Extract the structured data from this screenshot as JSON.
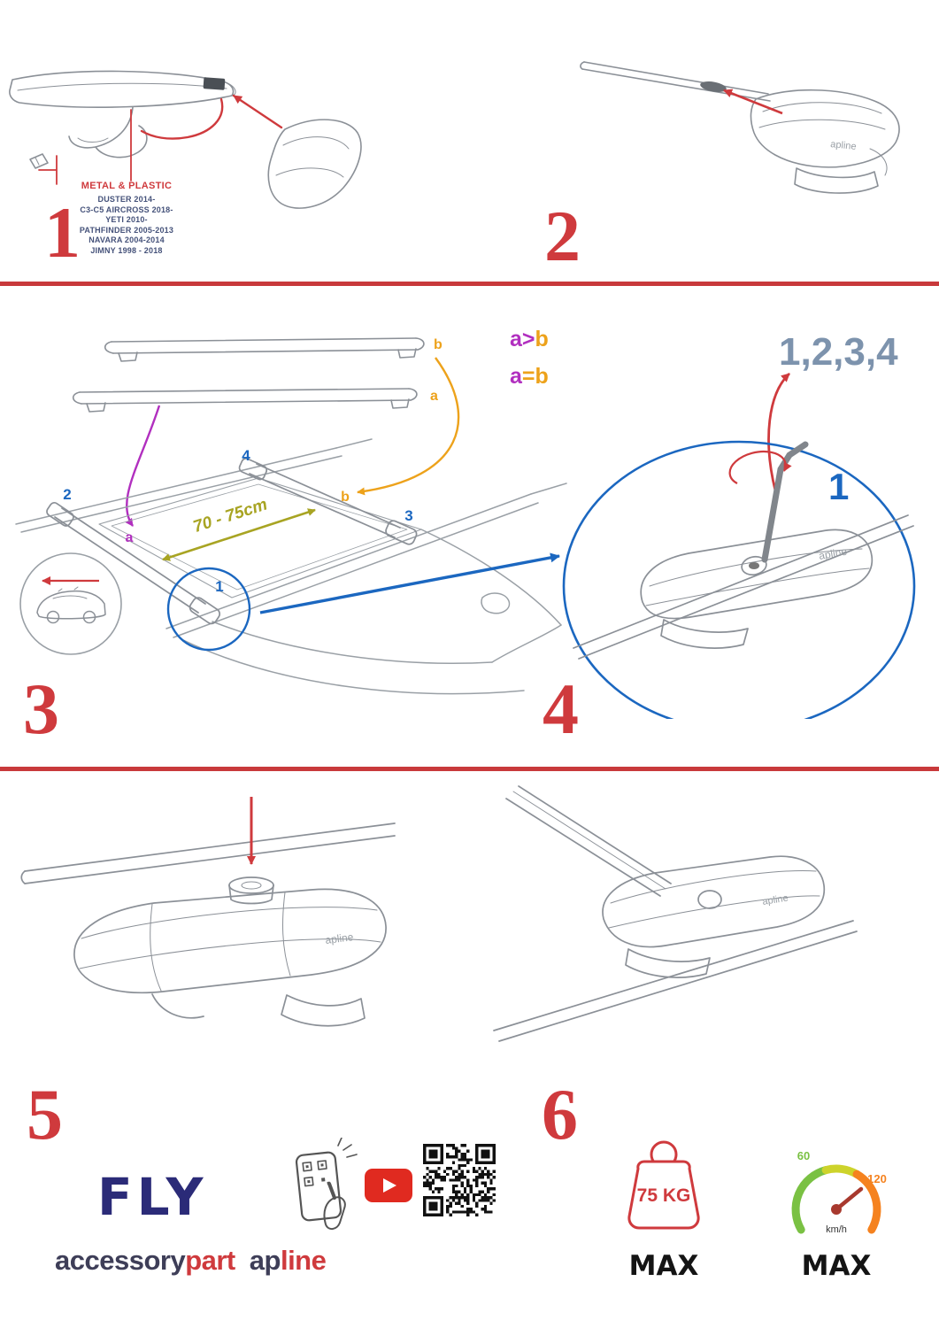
{
  "colors": {
    "accent_red": "#cf3a3d",
    "accent_blue": "#1b67c0",
    "accent_purple": "#b12fbf",
    "accent_orange": "#eda21b",
    "accent_olive": "#a8a423",
    "navy": "#2b2b78"
  },
  "steps": {
    "s1": {
      "number": "1",
      "material": "METAL & PLASTIC",
      "models": [
        "DUSTER 2014-",
        "C3-C5 AIRCROSS 2018-",
        "YETI 2010-",
        "PATHFINDER 2005-2013",
        "NAVARA 2004-2014",
        "JIMNY 1998 - 2018"
      ]
    },
    "s2": {
      "number": "2"
    },
    "s3": {
      "number": "3",
      "bar_label_top": "b",
      "bar_label_bottom": "a",
      "rule1_a": "a",
      "rule1_op": ">",
      "rule1_b": "b",
      "rule2_a": "a",
      "rule2_op": "=",
      "rule2_b": "b",
      "distance": "70 - 75cm",
      "pos1": "1",
      "pos2": "2",
      "pos3": "3",
      "pos4": "4",
      "roof_a": "a",
      "roof_b": "b"
    },
    "s4": {
      "number": "4",
      "sequence": "1,2,3,4",
      "start": "1"
    },
    "s5": {
      "number": "5"
    },
    "s6": {
      "number": "6"
    }
  },
  "brand": {
    "product": "FLY",
    "name_part1": "accessory",
    "name_part2": "part",
    "name_part3": "ap",
    "name_part4": "line",
    "part_brand": "apline"
  },
  "limits": {
    "weight": "75 KG",
    "weight_max": "MAX",
    "speed_low": "60",
    "speed_high": "120",
    "speed_unit": "km/h",
    "speed_max": "MAX"
  }
}
